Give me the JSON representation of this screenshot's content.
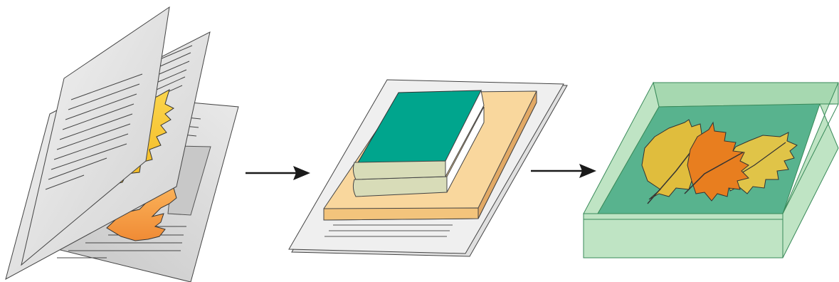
{
  "diagram": {
    "steps": [
      {
        "id": "step-1",
        "icon": "leaves-pressed-between-pages-icon"
      },
      {
        "id": "step-2",
        "icon": "books-stacked-on-paper-icon"
      },
      {
        "id": "step-3",
        "icon": "dried-leaves-in-tray-icon"
      }
    ],
    "connectors": [
      {
        "from": "step-1",
        "to": "step-2",
        "icon": "right-arrow-icon"
      },
      {
        "from": "step-2",
        "to": "step-3",
        "icon": "right-arrow-icon"
      }
    ],
    "colors": {
      "page_gray": "#dddddd",
      "leaf_yellow": "#f8c93c",
      "leaf_orange": "#f4a04a",
      "book_teal": "#00a58d",
      "book_cream": "#d8dcb8",
      "board_tan": "#f9d79d",
      "tray_green": "#a6d8b0",
      "tray_floor": "#58b38e",
      "leaf_gold": "#e0bd3d",
      "leaf_rust": "#e87e1f"
    }
  }
}
